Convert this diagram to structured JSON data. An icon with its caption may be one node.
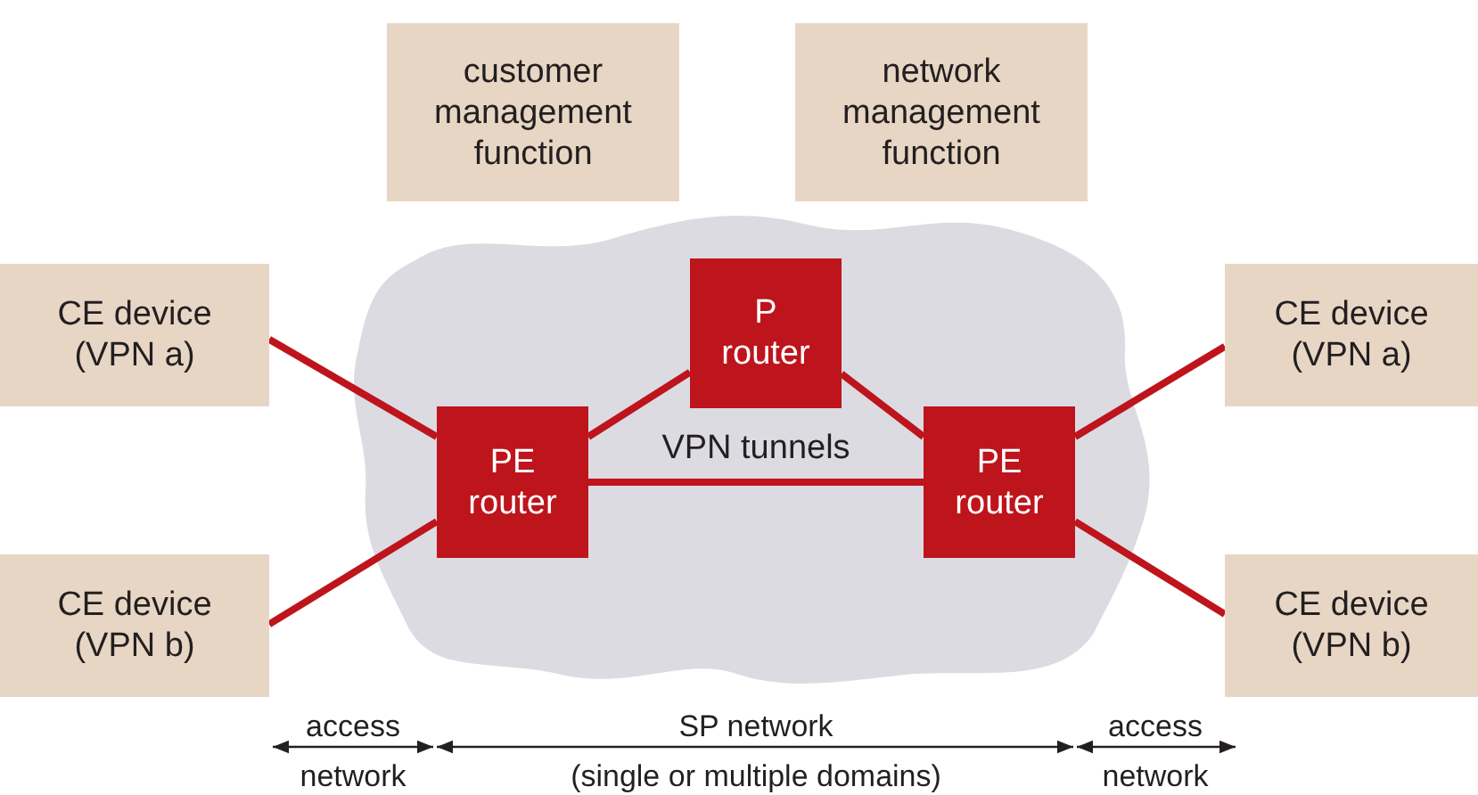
{
  "diagram": {
    "nodes": [
      {
        "text": [
          "customer management function"
        ]
      },
      {
        "text": [
          "network management function"
        ]
      },
      {
        "text": [
          "CE device (VPN a)"
        ]
      },
      {
        "text": [],
        "shape": "cloud"
      },
      {
        "text": [
          "P router"
        ],
        "in": 3
      },
      {
        "text": [
          "PE router"
        ],
        "in": 3
      },
      {
        "text": [
          "PE router"
        ],
        "in": 3
      },
      {
        "text": [
          "CE device (VPN a)"
        ]
      },
      {
        "text": [
          "CE device (VPN b)"
        ]
      },
      {
        "text": [
          "CE device (VPN b)"
        ]
      }
    ],
    "edges": [
      {
        "from": 2,
        "to": 5,
        "arrow": "none"
      },
      {
        "from": 8,
        "to": 5,
        "arrow": "none"
      },
      {
        "from": 5,
        "to": 4,
        "arrow": "none"
      },
      {
        "from": 4,
        "to": 6,
        "arrow": "none"
      },
      {
        "from": 5,
        "to": 6,
        "arrow": "none",
        "label": "VPN tunnels"
      },
      {
        "from": 6,
        "to": 7,
        "arrow": "none"
      },
      {
        "from": 6,
        "to": 9,
        "arrow": "none"
      }
    ],
    "labels": [
      "access",
      "SP network",
      "access",
      "network",
      "(single or multiple domains)",
      "network"
    ]
  }
}
